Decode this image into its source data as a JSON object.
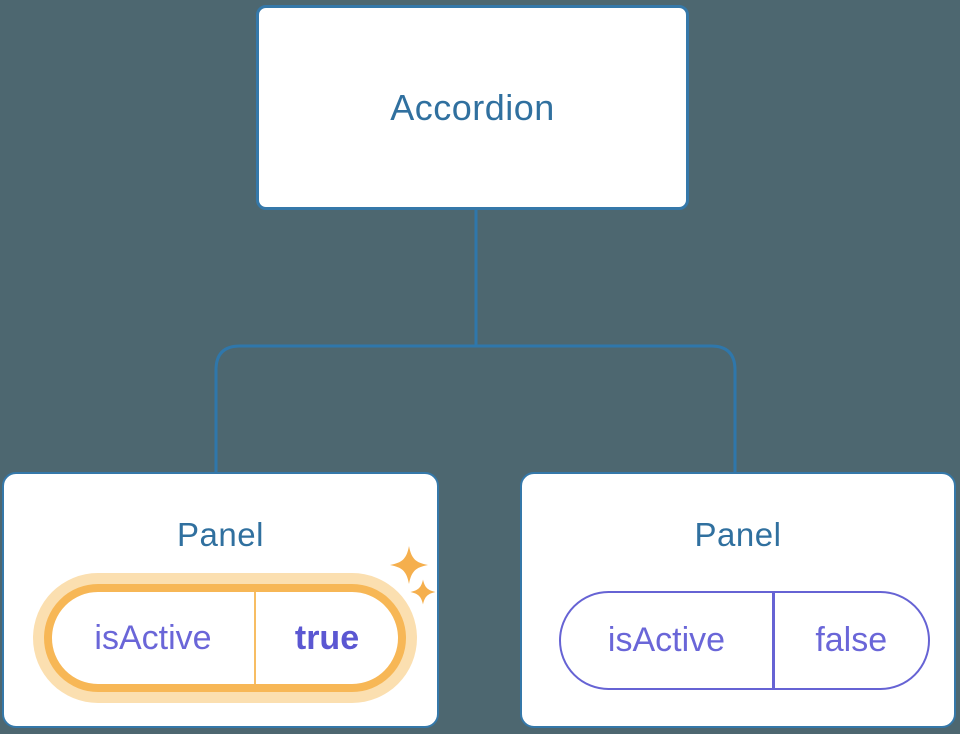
{
  "tree": {
    "root_label": "Accordion",
    "panels": [
      {
        "title": "Panel",
        "prop": "isActive",
        "value": "true",
        "highlighted": true
      },
      {
        "title": "Panel",
        "prop": "isActive",
        "value": "false",
        "highlighted": false
      }
    ]
  },
  "icons": {
    "sparkles": "sparkles-icon"
  },
  "colors": {
    "background": "#4D6770",
    "node_fill": "#FFFFFF",
    "node_border_blue": "#3578A9",
    "connector_blue": "#2F77AB",
    "heading_blue": "#30709F",
    "highlight_orange": "#F7B756",
    "highlight_halo": "#FBDFB0",
    "state_purple": "#6A66D8",
    "state_border_purple": "#6663D4",
    "state_value_bold_purple": "#5B57D2",
    "sparkle_orange": "#F5AF4D"
  }
}
